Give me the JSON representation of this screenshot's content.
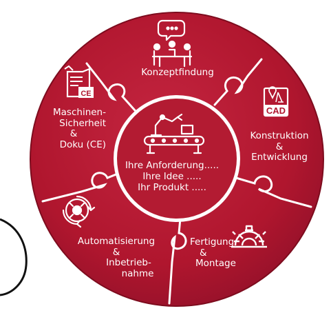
{
  "colors": {
    "ring": "#b0162e",
    "ring_dark": "#8e0f22",
    "center": "#b11a30",
    "divider": "#ffffff",
    "text": "#ffffff",
    "stroke_line": "#111111"
  },
  "center": {
    "icon": "factory-robot-conveyor-icon",
    "lines": [
      "Ihre Anforderung.....",
      "Ihre Idee .....",
      "Ihr Produkt ....."
    ]
  },
  "segments": [
    {
      "id": "konzeptfindung",
      "icon": "team-meeting-icon",
      "lines": [
        "Konzeptfindung"
      ]
    },
    {
      "id": "konstruktion",
      "icon": "cad-drawing-icon",
      "icon_text": "CAD",
      "lines": [
        "Konstruktion",
        "&",
        "Entwicklung"
      ]
    },
    {
      "id": "fertigung",
      "icon": "gear-settings-icon",
      "lines": [
        "Fertigung",
        "&",
        "Montage"
      ]
    },
    {
      "id": "automatisierung",
      "icon": "automation-cycle-icon",
      "lines": [
        "Automatisierung",
        "&",
        "Inbetrieb-",
        "nahme"
      ]
    },
    {
      "id": "sicherheit",
      "icon": "ce-document-icon",
      "icon_text": "CE",
      "lines": [
        "Maschinen-",
        "Sicherheit",
        "&",
        "Doku (CE)"
      ]
    }
  ]
}
